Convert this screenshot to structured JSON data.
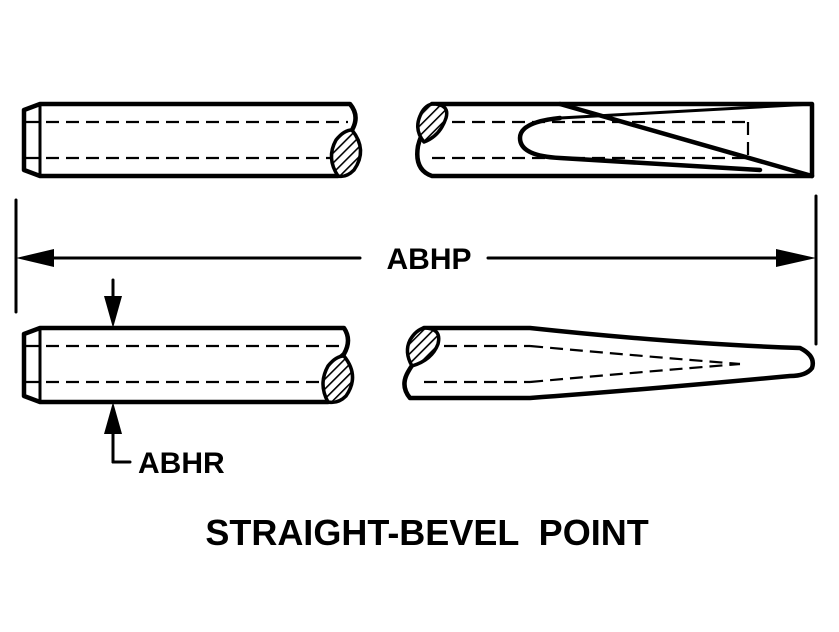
{
  "labels": {
    "length_dimension": "ABHP",
    "radius_dimension": "ABHR",
    "caption": "STRAIGHT-BEVEL  POINT"
  },
  "colors": {
    "ink": "#000000",
    "paper": "#ffffff"
  }
}
